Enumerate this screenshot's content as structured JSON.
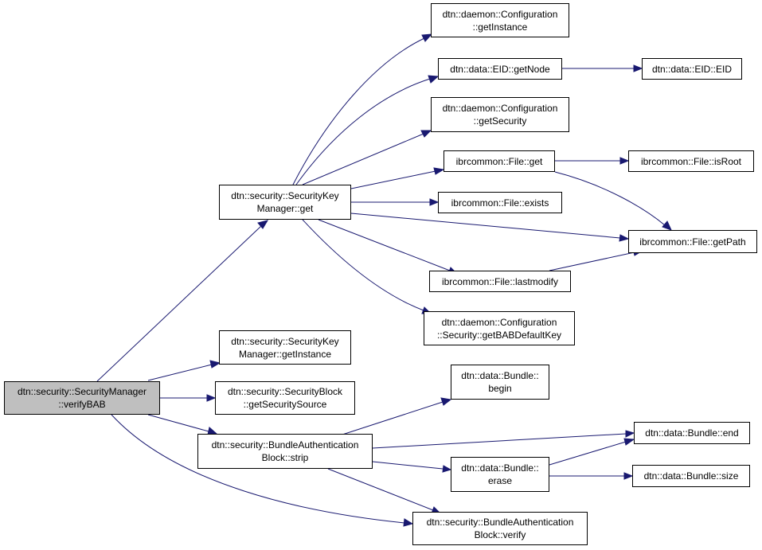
{
  "colors": {
    "edge": "#191970",
    "root_fill": "#bfbfbf",
    "node_fill": "#ffffff",
    "border": "#000000"
  },
  "nodes": {
    "root": [
      "dtn::security::SecurityManager",
      "::verifyBAB"
    ],
    "skm_get": [
      "dtn::security::SecurityKey",
      "Manager::get"
    ],
    "skm_getinstance": [
      "dtn::security::SecurityKey",
      "Manager::getInstance"
    ],
    "sb_getsecuritysource": [
      "dtn::security::SecurityBlock",
      "::getSecuritySource"
    ],
    "bab_strip": [
      "dtn::security::BundleAuthentication",
      "Block::strip"
    ],
    "bab_verify": [
      "dtn::security::BundleAuthentication",
      "Block::verify"
    ],
    "cfg_getinstance": [
      "dtn::daemon::Configuration",
      "::getInstance"
    ],
    "eid_getnode": [
      "dtn::data::EID::getNode"
    ],
    "eid_eid": [
      "dtn::data::EID::EID"
    ],
    "cfg_getsecurity": [
      "dtn::daemon::Configuration",
      "::getSecurity"
    ],
    "file_get": [
      "ibrcommon::File::get"
    ],
    "file_isroot": [
      "ibrcommon::File::isRoot"
    ],
    "file_exists": [
      "ibrcommon::File::exists"
    ],
    "file_getpath": [
      "ibrcommon::File::getPath"
    ],
    "file_lastmodify": [
      "ibrcommon::File::lastmodify"
    ],
    "cfg_getbabdefaultkey": [
      "dtn::daemon::Configuration",
      "::Security::getBABDefaultKey"
    ],
    "bundle_begin": [
      "dtn::data::Bundle::",
      "begin"
    ],
    "bundle_end": [
      "dtn::data::Bundle::end"
    ],
    "bundle_erase": [
      "dtn::data::Bundle::",
      "erase"
    ],
    "bundle_size": [
      "dtn::data::Bundle::size"
    ]
  }
}
